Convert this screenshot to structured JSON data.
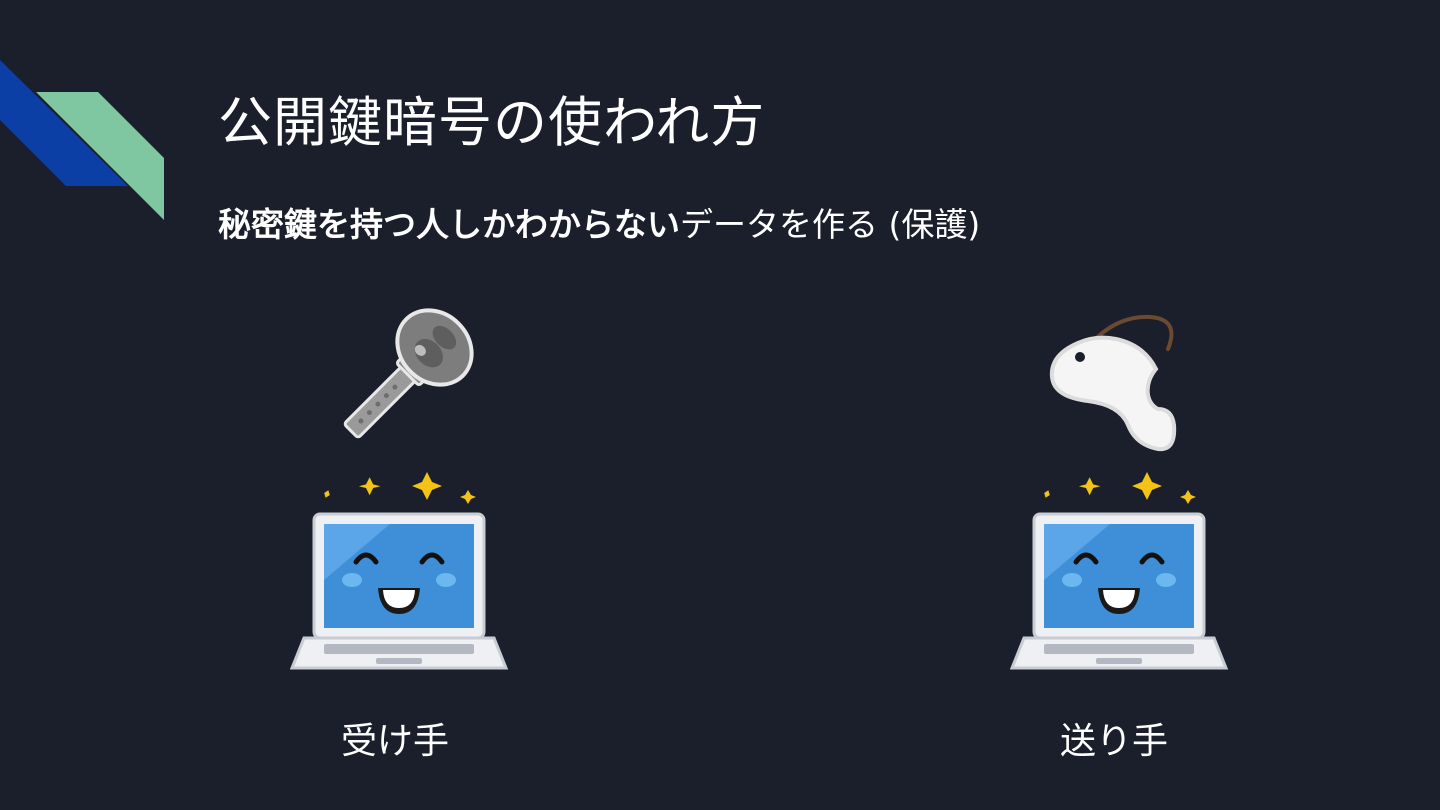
{
  "slide": {
    "title": "公開鍵暗号の使われ方",
    "subtitle_bold": "秘密鍵を持つ人しかわからない",
    "subtitle_normal": "データを作る (保護)",
    "colors": {
      "background": "#1b1f2b",
      "accent_blue": "#0b3fa6",
      "accent_green": "#7fc7a0"
    }
  },
  "receiver": {
    "label": "受け手",
    "key_icon": "key-icon",
    "laptop_icon": "smiling-laptop-icon"
  },
  "sender": {
    "label": "送り手",
    "lock_icon": "lock-shackle-icon",
    "laptop_icon": "smiling-laptop-icon"
  }
}
